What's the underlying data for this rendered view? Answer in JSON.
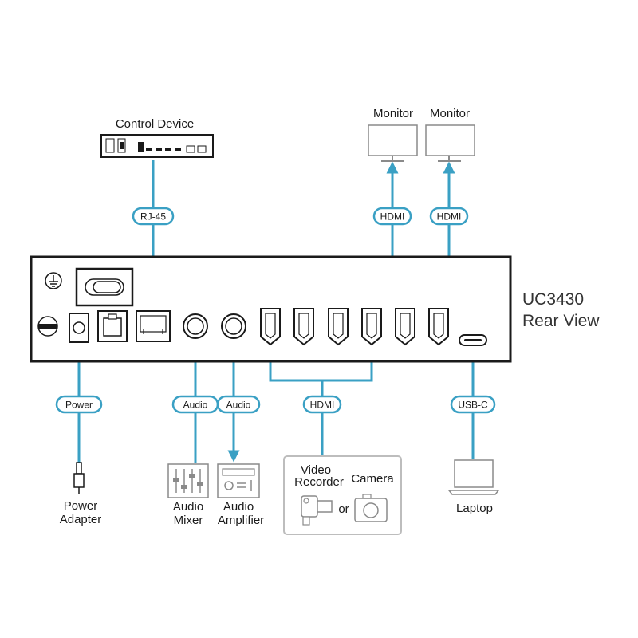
{
  "device": {
    "model": "UC3430",
    "view": "Rear View"
  },
  "colors": {
    "connector": "#3aa0c4",
    "pill_fill": "#ffffff",
    "outline": "#1a1a1a",
    "icon_gray": "#8a8a8a",
    "group_box": "#bdbdbd"
  },
  "top": {
    "control_device": "Control Device",
    "rj45": "RJ-45",
    "monitor_1": "Monitor",
    "monitor_2": "Monitor",
    "hdmi_out_1": "HDMI",
    "hdmi_out_2": "HDMI"
  },
  "bottom": {
    "power_pill": "Power",
    "power_adapter_1": "Power",
    "power_adapter_2": "Adapter",
    "audio_in_pill": "Audio",
    "audio_out_pill": "Audio",
    "audio_mixer_1": "Audio",
    "audio_mixer_2": "Mixer",
    "audio_amp_1": "Audio",
    "audio_amp_2": "Amplifier",
    "hdmi_in_pill": "HDMI",
    "video_recorder_1": "Video",
    "video_recorder_2": "Recorder",
    "camera": "Camera",
    "or": "or",
    "usbc_pill": "USB-C",
    "laptop": "Laptop"
  },
  "icons": {
    "ground": "ground-icon",
    "power_switch": "power-switch-icon",
    "rj45_port": "rj45-port-icon",
    "hdmi_port": "hdmi-port-icon",
    "usbc_port": "usbc-port-icon",
    "monitor": "monitor-icon",
    "mixer": "audio-mixer-icon",
    "amplifier": "audio-amplifier-icon",
    "camcorder": "video-recorder-icon",
    "camera": "camera-icon",
    "laptop": "laptop-icon",
    "plug": "power-adapter-icon"
  }
}
